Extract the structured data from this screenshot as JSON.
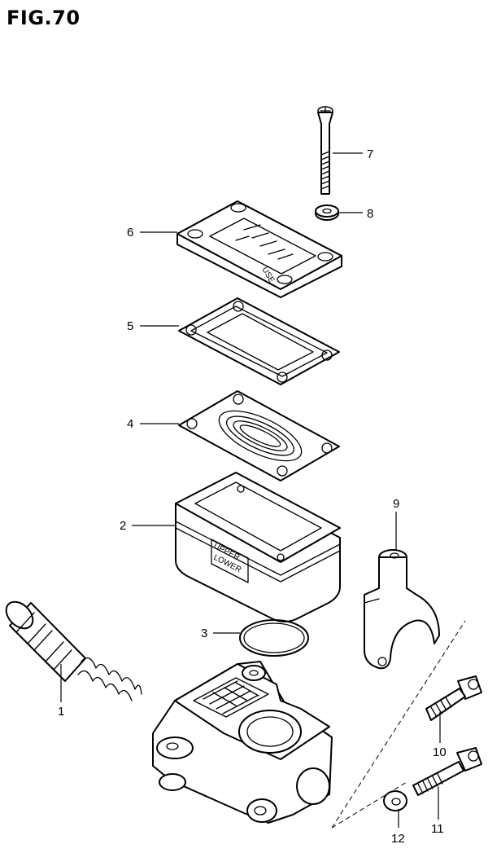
{
  "figure": {
    "title": "FIG.70"
  },
  "callouts": [
    "1",
    "2",
    "3",
    "4",
    "5",
    "6",
    "7",
    "8",
    "9",
    "10",
    "11",
    "12"
  ],
  "part_markings": {
    "reservoir_upper": "UPPER",
    "reservoir_lower": "LOWER",
    "cap_text": "USE"
  }
}
